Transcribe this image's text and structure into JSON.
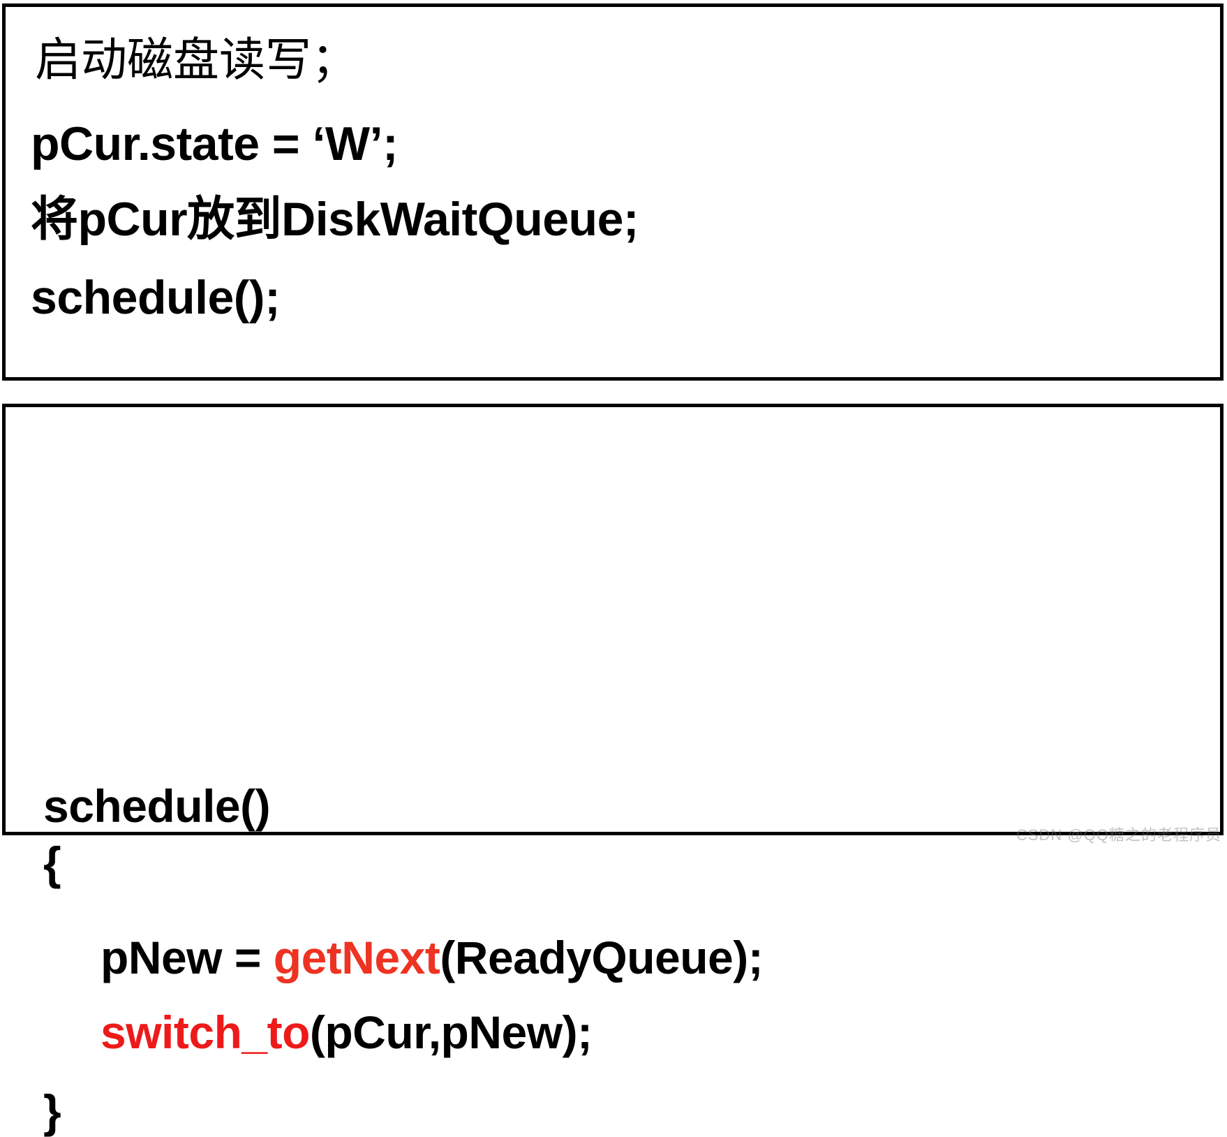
{
  "slide": {
    "background_color": "#ffffff",
    "border_color": "#000000",
    "accent_red": "#ee3322",
    "accent_red_strong": "#ee1a1a"
  },
  "boxes": [
    {
      "id": "driver-code-box",
      "lines": [
        {
          "text": "启动磁盘读写；"
        },
        {
          "text": "pCur.state = 'W';"
        },
        {
          "text": "将pCur放到DiskWaitQueue;"
        },
        {
          "text": "schedule();"
        }
      ]
    },
    {
      "id": "schedule-code-box",
      "lines": [
        {
          "text": "schedule()"
        },
        {
          "text": "{"
        },
        {
          "segments": [
            {
              "text": "pNew = ",
              "color": "black"
            },
            {
              "text": "getNext",
              "color": "red"
            },
            {
              "text": "(ReadyQueue);",
              "color": "black"
            }
          ]
        },
        {
          "segments": [
            {
              "text": "switch_to",
              "color": "red-strong"
            },
            {
              "text": "(pCur,pNew);",
              "color": "black"
            }
          ]
        },
        {
          "text": "}"
        }
      ]
    }
  ],
  "tokens": {
    "top_line_0": "启动磁盘读写；",
    "top_line_1": "pCur.state = ‘W’;",
    "top_line_2": "将pCur放到DiskWaitQueue;",
    "top_line_3": "schedule();",
    "bot_line_0": "schedule()",
    "bot_line_1": "{",
    "bot_line_2_a": "pNew = ",
    "bot_line_2_b": "getNext",
    "bot_line_2_c": "(ReadyQueue);",
    "bot_line_3_a": "switch_to",
    "bot_line_3_b": "(pCur,pNew);",
    "bot_line_4": "}"
  },
  "watermark": {
    "text": "CSDN @QQ糖之的老程序员"
  }
}
